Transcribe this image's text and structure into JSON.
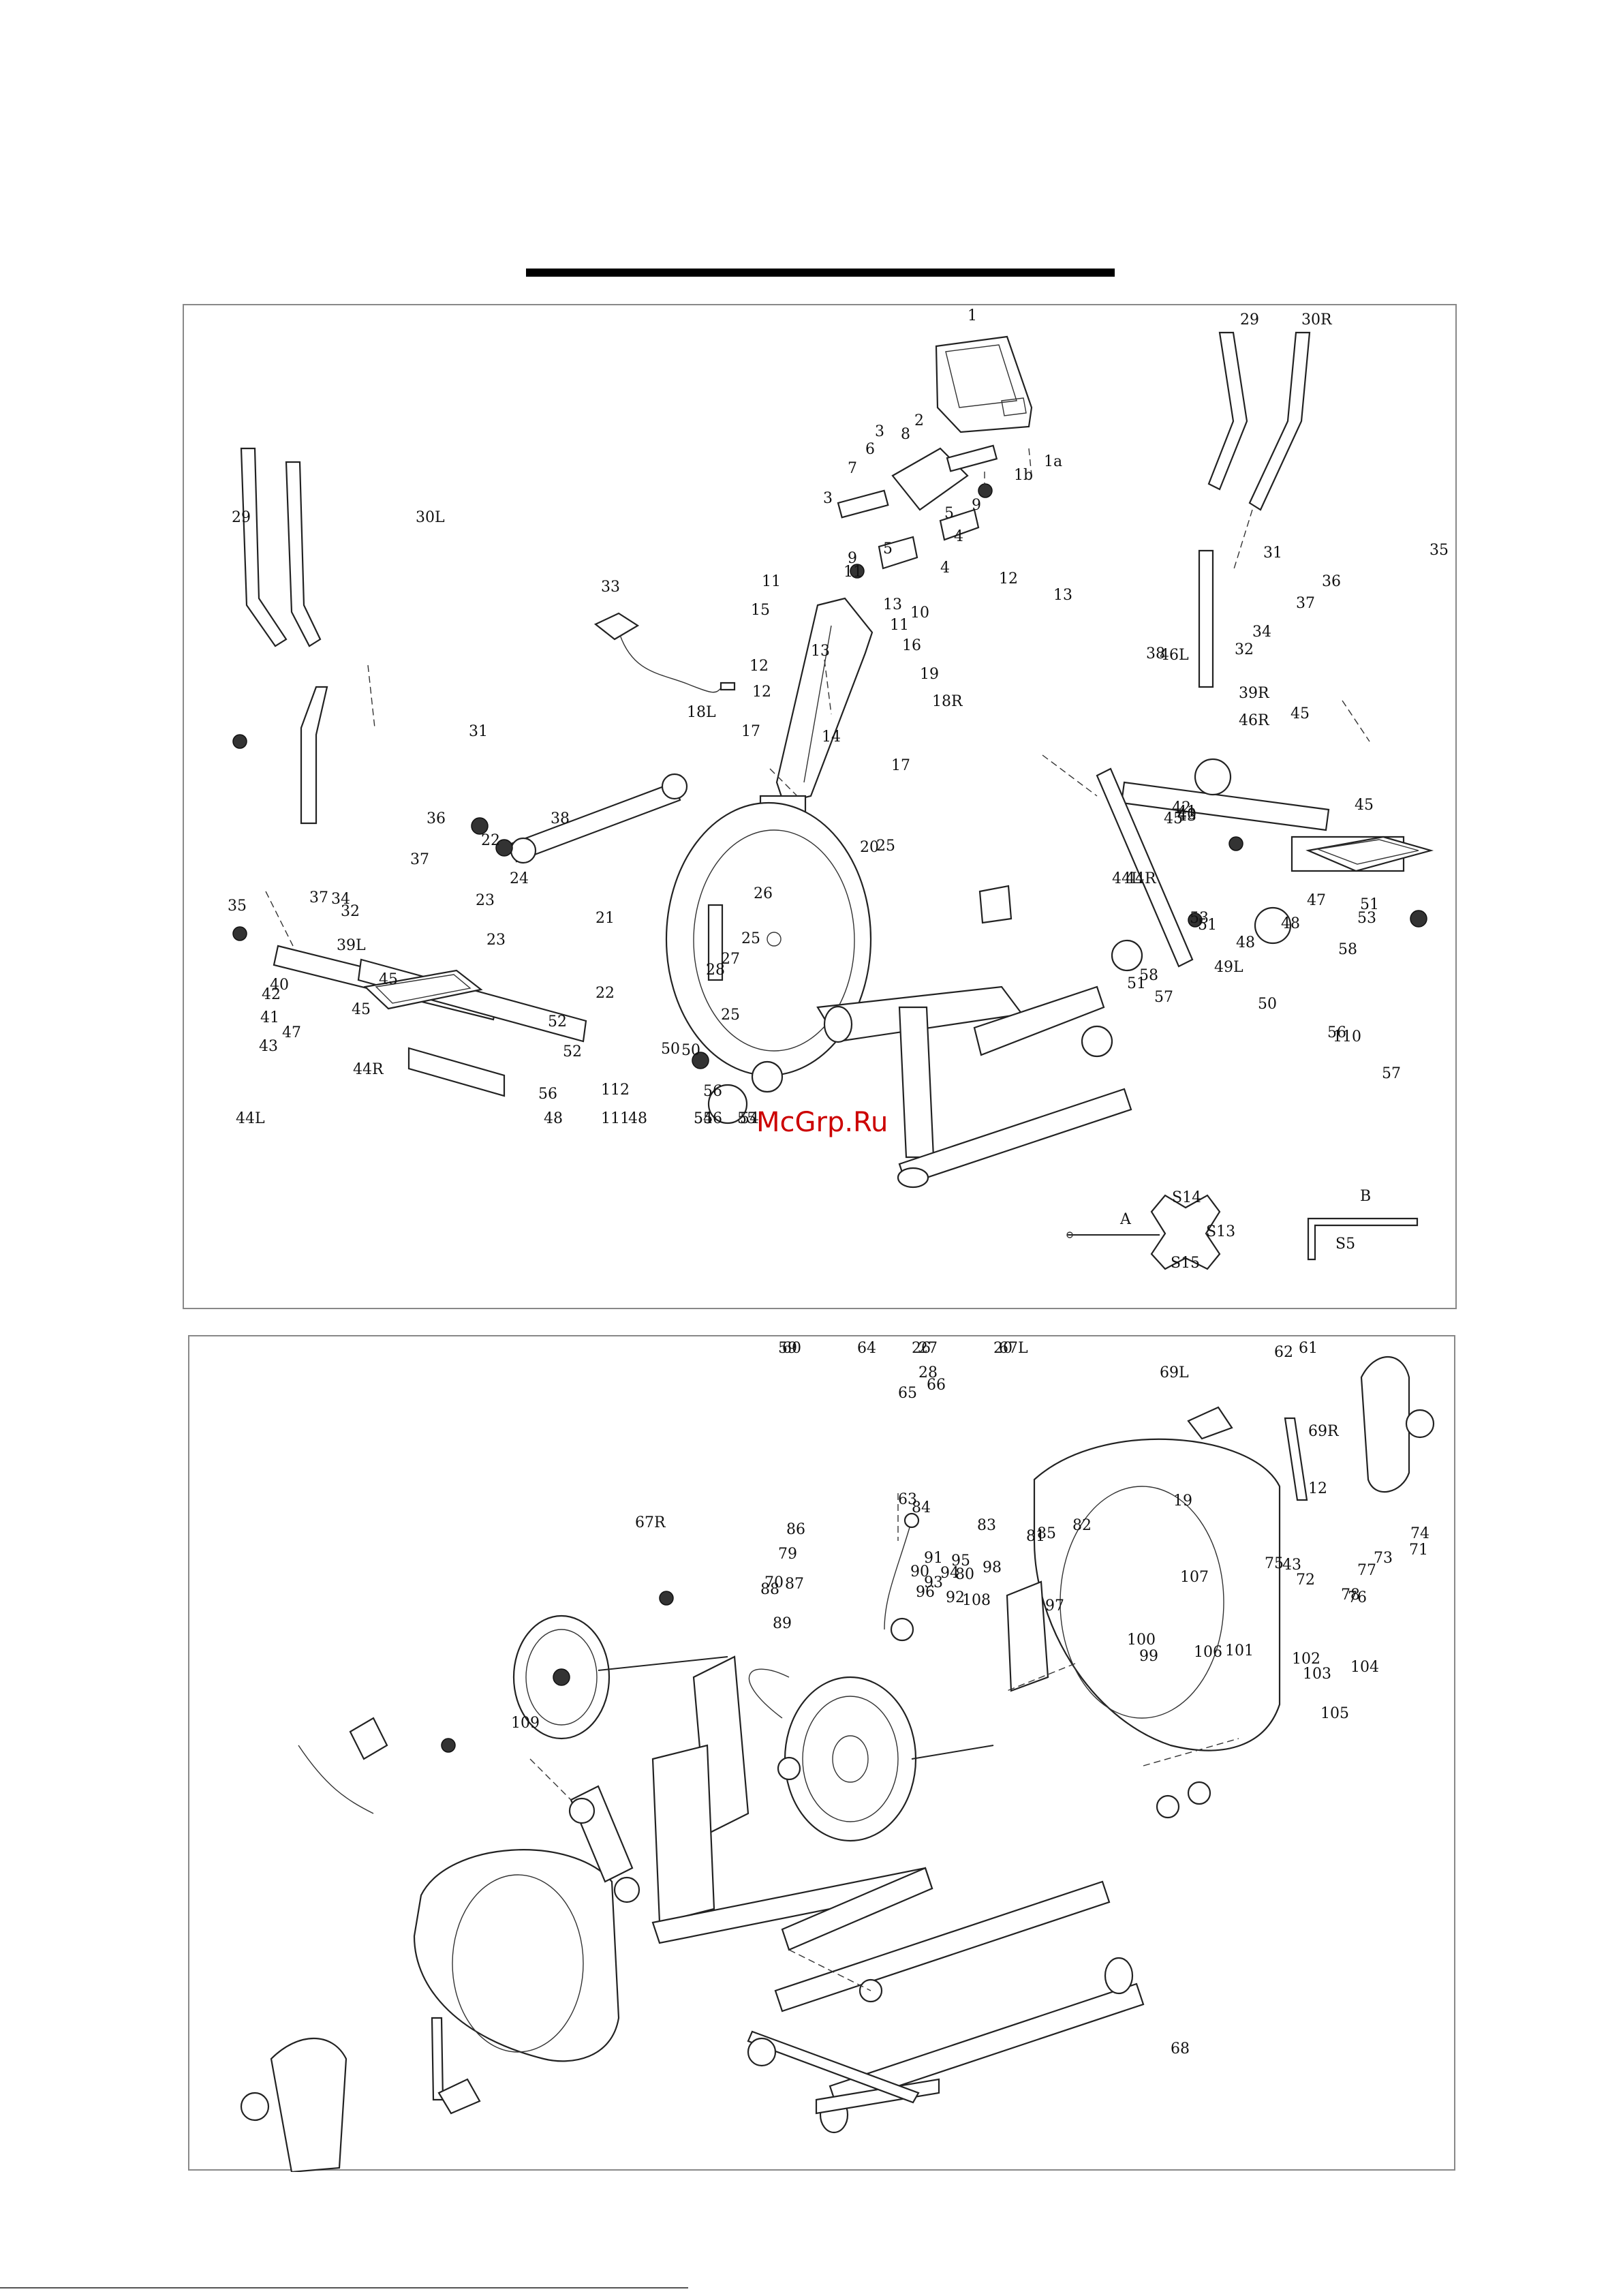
{
  "watermark": "McGrp.Ru",
  "colors": {
    "line": "#222222",
    "watermark": "#cc0000",
    "panel_border": "#888888"
  },
  "tools": {
    "tool_a_label": "A",
    "tool_b_label": "B",
    "wrench_sizes": [
      "S14",
      "S13",
      "S15"
    ],
    "hex_key_size": "S5"
  },
  "top_labels": [
    "1",
    "1a",
    "1b",
    "2",
    "3",
    "3",
    "4",
    "4",
    "5",
    "5",
    "6",
    "7",
    "8",
    "9",
    "9",
    "10",
    "11",
    "11",
    "11",
    "12",
    "12",
    "12",
    "13",
    "13",
    "13",
    "14",
    "15",
    "16",
    "17",
    "17",
    "18L",
    "18R",
    "19",
    "20",
    "21",
    "22",
    "22",
    "23",
    "23",
    "24",
    "25",
    "25",
    "25",
    "26",
    "27",
    "28",
    "29",
    "29",
    "30L",
    "30R",
    "31",
    "31",
    "32",
    "32",
    "33",
    "34",
    "34",
    "35",
    "35",
    "36",
    "36",
    "37",
    "37",
    "37",
    "38",
    "38",
    "39L",
    "39R",
    "40",
    "40",
    "41",
    "41",
    "42",
    "42",
    "43",
    "43",
    "44L",
    "44L",
    "44R",
    "44R",
    "45",
    "45",
    "45",
    "45",
    "45",
    "46L",
    "46R",
    "47",
    "47",
    "48",
    "48",
    "48",
    "48",
    "49L",
    "49R",
    "50",
    "50",
    "50",
    "50",
    "51",
    "51",
    "51",
    "52",
    "52",
    "53",
    "53",
    "54",
    "54",
    "55",
    "55",
    "56",
    "56",
    "56",
    "56",
    "57",
    "57",
    "58",
    "58",
    "110",
    "111",
    "112"
  ],
  "bottom_labels": [
    "12",
    "19",
    "20",
    "26",
    "27",
    "28",
    "43",
    "59",
    "60",
    "61",
    "62",
    "63",
    "64",
    "65",
    "66",
    "67L",
    "67R",
    "68",
    "69L",
    "69R",
    "70",
    "71",
    "72",
    "73",
    "74",
    "75",
    "76",
    "77",
    "78",
    "79",
    "80",
    "81",
    "82",
    "83",
    "84",
    "85",
    "86",
    "87",
    "88",
    "89",
    "90",
    "91",
    "92",
    "93",
    "94",
    "95",
    "96",
    "97",
    "98",
    "99",
    "100",
    "101",
    "102",
    "103",
    "104",
    "105",
    "106",
    "107",
    "108",
    "109"
  ]
}
